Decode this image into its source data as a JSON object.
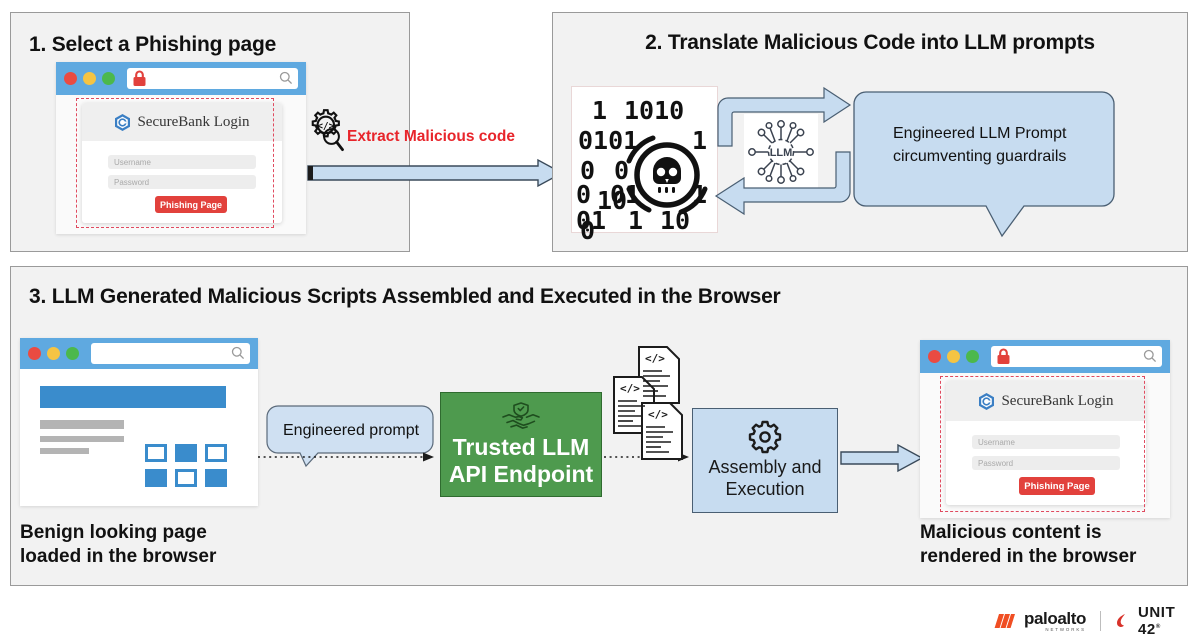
{
  "figure": {
    "title_bar_absent": true
  },
  "panels": {
    "p1": {
      "title": "1. Select a Phishing page",
      "browser": {
        "lock_icon": "lock-icon",
        "search_icon": "search-icon",
        "url_value": "",
        "card": {
          "logo_icon": "securebank-hex-logo-icon",
          "brand": "SecureBank Login",
          "username_placeholder": "Username",
          "password_placeholder": "Password",
          "submit_label": "Phishing Page"
        }
      }
    },
    "p2": {
      "title": "2. Translate Malicious Code into LLM prompts",
      "binary_tile": {
        "icon": "skull-binary-icon",
        "rows": [
          "1  1010",
          "0101   1",
          "0  0",
          "10",
          "0  01   1",
          "01  1  10"
        ]
      },
      "llm_icon_label": "LLM",
      "prompt_bubble_line1": "Engineered LLM Prompt",
      "prompt_bubble_line2": "circumventing guardrails",
      "arrow_top": "arrow-right-to-prompt",
      "arrow_bottom": "arrow-left-to-code"
    },
    "p3": {
      "title": "3. LLM Generated Malicious Scripts Assembled and Executed in the Browser",
      "benign_browser": {
        "search_icon": "search-icon",
        "url_value": ""
      },
      "benign_caption_line1": "Benign looking page",
      "benign_caption_line2": "loaded in the browser",
      "engineered_prompt_label": "Engineered prompt",
      "trusted_box_icon": "handshake-shield-icon",
      "trusted_box_line1": "Trusted LLM",
      "trusted_box_line2": "API Endpoint",
      "code_docs_icon": "code-documents-icon",
      "assembly_icon": "gear-icon",
      "assembly_line1": "Assembly and",
      "assembly_line2": "Execution",
      "malicious_browser": {
        "lock_icon": "lock-icon",
        "search_icon": "search-icon",
        "url_value": "",
        "card": {
          "logo_icon": "securebank-hex-logo-icon",
          "brand": "SecureBank Login",
          "username_placeholder": "Username",
          "password_placeholder": "Password",
          "submit_label": "Phishing Page"
        }
      },
      "malicious_caption_line1": "Malicious content is",
      "malicious_caption_line2": "rendered in the browser"
    }
  },
  "connector": {
    "extract_label": "Extract Malicious code",
    "extract_icon": "gear-code-magnifier-icon"
  },
  "footer": {
    "logo1_name": "paloalto",
    "logo1_sub": "NETWORKS",
    "logo2_name": "UNIT 42",
    "logo2_tm": "®"
  },
  "colors": {
    "panel_bg": "#f2f2f2",
    "browser_chrome": "#5fa9e0",
    "accent_blue": "#3a8ccc",
    "box_blue": "#c7dcf0",
    "green": "#4e9a4e",
    "danger_red": "#e2413c",
    "label_red": "#e8252b",
    "dashed_red": "#e04a5f",
    "paloalto_orange": "#f04e23"
  }
}
